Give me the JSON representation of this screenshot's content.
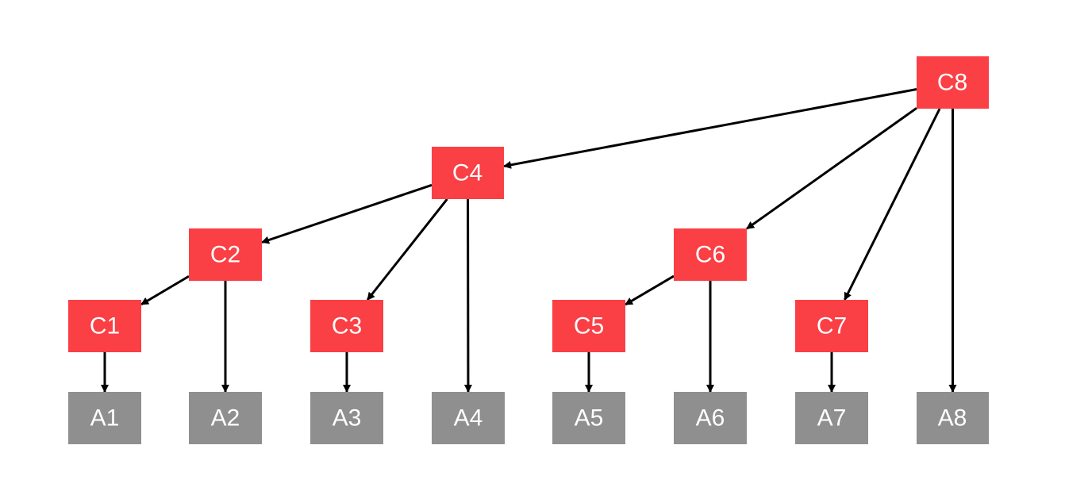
{
  "colors": {
    "c_node": "#fa3f45",
    "a_node": "#8f8f8f",
    "edge": "#000000",
    "label": "#ffffff",
    "background": "#ffffff"
  },
  "nodes": {
    "C8": {
      "label": "C8",
      "kind": "c"
    },
    "C4": {
      "label": "C4",
      "kind": "c"
    },
    "C2": {
      "label": "C2",
      "kind": "c"
    },
    "C6": {
      "label": "C6",
      "kind": "c"
    },
    "C1": {
      "label": "C1",
      "kind": "c"
    },
    "C3": {
      "label": "C3",
      "kind": "c"
    },
    "C5": {
      "label": "C5",
      "kind": "c"
    },
    "C7": {
      "label": "C7",
      "kind": "c"
    },
    "A1": {
      "label": "A1",
      "kind": "a"
    },
    "A2": {
      "label": "A2",
      "kind": "a"
    },
    "A3": {
      "label": "A3",
      "kind": "a"
    },
    "A4": {
      "label": "A4",
      "kind": "a"
    },
    "A5": {
      "label": "A5",
      "kind": "a"
    },
    "A6": {
      "label": "A6",
      "kind": "a"
    },
    "A7": {
      "label": "A7",
      "kind": "a"
    },
    "A8": {
      "label": "A8",
      "kind": "a"
    }
  },
  "edges": [
    {
      "from": "C8",
      "to": "C4"
    },
    {
      "from": "C8",
      "to": "C6"
    },
    {
      "from": "C8",
      "to": "C7"
    },
    {
      "from": "C8",
      "to": "A8"
    },
    {
      "from": "C4",
      "to": "C2"
    },
    {
      "from": "C4",
      "to": "C3"
    },
    {
      "from": "C4",
      "to": "A4"
    },
    {
      "from": "C2",
      "to": "C1"
    },
    {
      "from": "C2",
      "to": "A2"
    },
    {
      "from": "C6",
      "to": "C5"
    },
    {
      "from": "C6",
      "to": "A6"
    },
    {
      "from": "C1",
      "to": "A1"
    },
    {
      "from": "C3",
      "to": "A3"
    },
    {
      "from": "C5",
      "to": "A5"
    },
    {
      "from": "C7",
      "to": "A7"
    }
  ]
}
